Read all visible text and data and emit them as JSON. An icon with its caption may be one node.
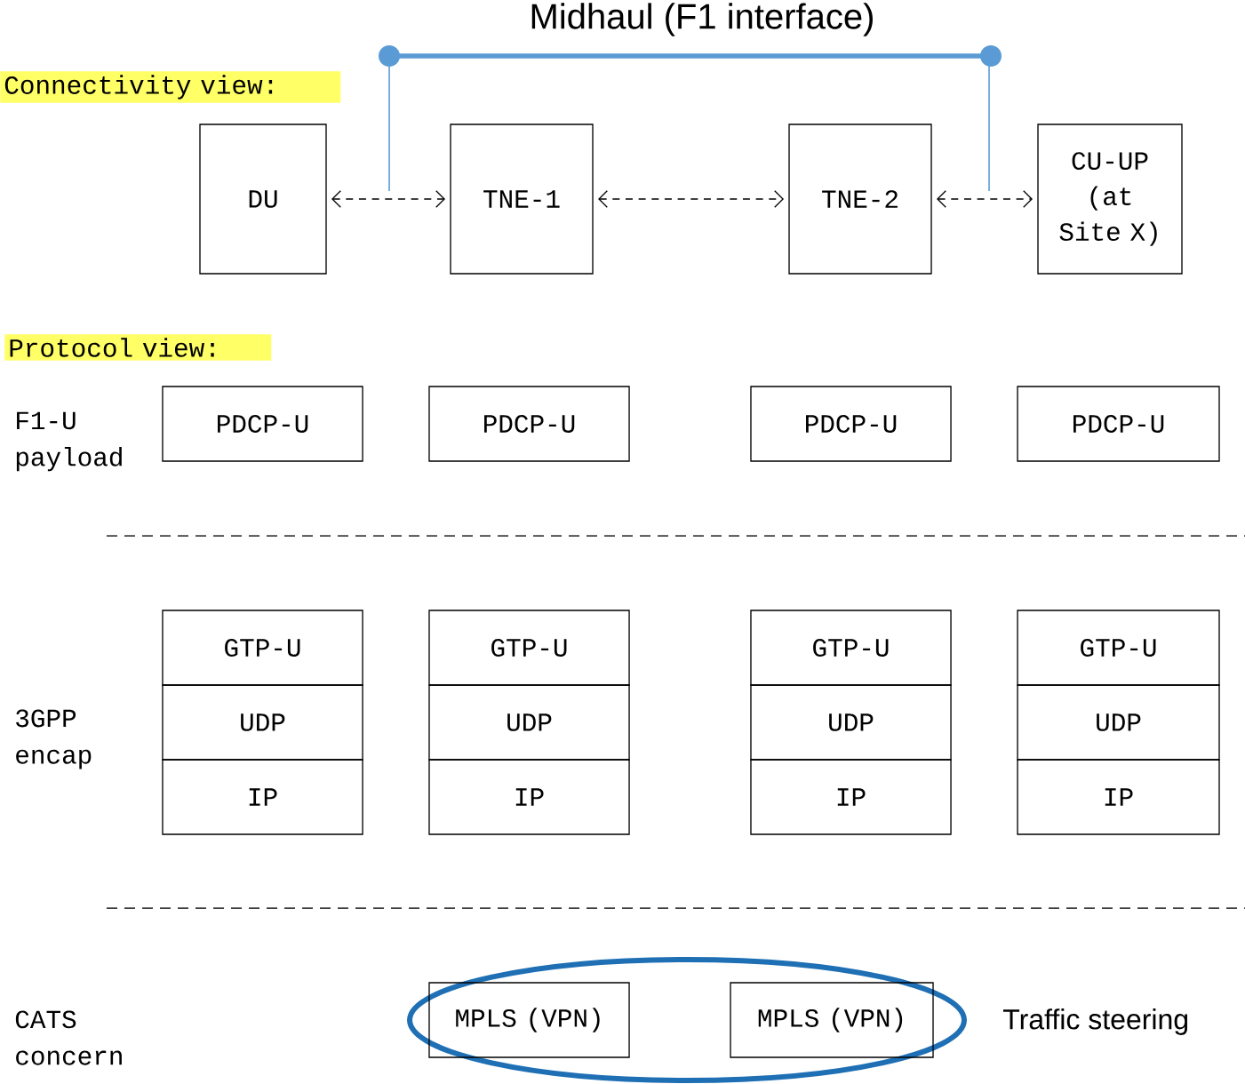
{
  "diagram": {
    "title": "Midhaul (F1 interface)",
    "nodes": [
      {
        "text": [
          "DU"
        ]
      },
      {
        "text": [
          "TNE-1"
        ]
      },
      {
        "text": [
          "TNE-2"
        ]
      },
      {
        "text": [
          "CU-UP (at Site X)"
        ]
      },
      {
        "text": [
          "PDCP-U"
        ]
      },
      {
        "text": [
          "PDCP-U"
        ]
      },
      {
        "text": [
          "PDCP-U"
        ]
      },
      {
        "text": [
          "PDCP-U"
        ]
      },
      {
        "text": [
          "GTP-U"
        ]
      },
      {
        "text": [
          "UDP"
        ]
      },
      {
        "text": [
          "IP"
        ]
      },
      {
        "text": [
          "GTP-U"
        ]
      },
      {
        "text": [
          "UDP"
        ]
      },
      {
        "text": [
          "IP"
        ]
      },
      {
        "text": [
          "GTP-U"
        ]
      },
      {
        "text": [
          "UDP"
        ]
      },
      {
        "text": [
          "IP"
        ]
      },
      {
        "text": [
          "GTP-U"
        ]
      },
      {
        "text": [
          "UDP"
        ]
      },
      {
        "text": [
          "IP"
        ]
      },
      {
        "text": [],
        "shape": "ellipse",
        "beside": [
          "Traffic steering"
        ]
      },
      {
        "text": [
          "MPLS (VPN)"
        ],
        "in": 20
      },
      {
        "text": [
          "MPLS (VPN)"
        ],
        "in": 20
      }
    ],
    "edges": [
      {
        "from": 0,
        "to": 1,
        "arrow": "both"
      },
      {
        "from": 1,
        "to": 2,
        "arrow": "both"
      },
      {
        "from": 2,
        "to": 3,
        "arrow": "both"
      }
    ],
    "labels": [
      "Connectivity view:",
      "Protocol view:",
      "F1-U payload",
      "3GPP encap",
      "CATS concern"
    ]
  }
}
